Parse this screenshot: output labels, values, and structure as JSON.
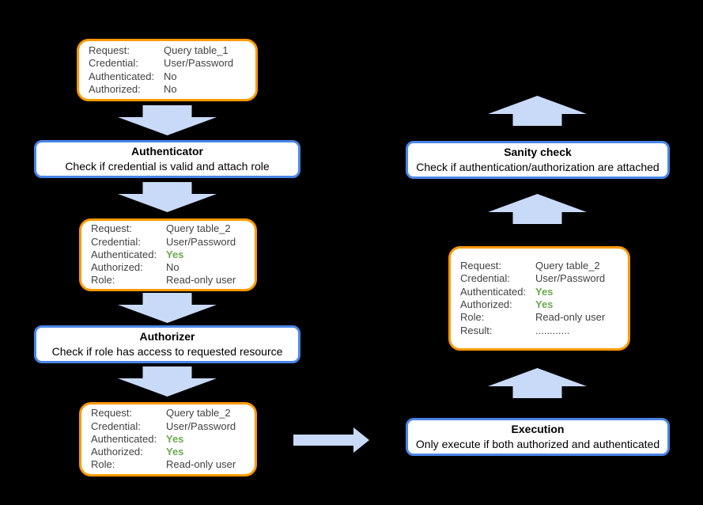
{
  "colors": {
    "background": "#000000",
    "box_fill": "#ffffff",
    "blue_border": "#4a86e8",
    "orange_border": "#ff9900",
    "arrow_fill": "#c9daf8",
    "green_text": "#6aa84f",
    "state_text": "#424242",
    "process_text": "#000000"
  },
  "diagram": {
    "state_boxes": [
      {
        "name": "initial-request",
        "rows": [
          {
            "label": "Request:",
            "value": "Query table_1",
            "green": false
          },
          {
            "label": "Credential:",
            "value": "User/Password",
            "green": false
          },
          {
            "label": "Authenticated:",
            "value": "No",
            "green": false
          },
          {
            "label": "Authorized:",
            "value": "No",
            "green": false
          }
        ]
      },
      {
        "name": "after-authentication",
        "rows": [
          {
            "label": "Request:",
            "value": "Query table_2",
            "green": false
          },
          {
            "label": "Credential:",
            "value": "User/Password",
            "green": false
          },
          {
            "label": "Authenticated:",
            "value": "Yes",
            "green": true
          },
          {
            "label": "Authorized:",
            "value": "No",
            "green": false
          },
          {
            "label": "Role:",
            "value": "Read-only user",
            "green": false
          }
        ]
      },
      {
        "name": "after-authorization",
        "rows": [
          {
            "label": "Request:",
            "value": "Query table_2",
            "green": false
          },
          {
            "label": "Credential:",
            "value": "User/Password",
            "green": false
          },
          {
            "label": "Authenticated:",
            "value": "Yes",
            "green": true
          },
          {
            "label": "Authorized:",
            "value": "Yes",
            "green": true
          },
          {
            "label": "Role:",
            "value": "Read-only user",
            "green": false
          }
        ]
      },
      {
        "name": "after-execution",
        "rows": [
          {
            "label": "Request:",
            "value": "Query table_2",
            "green": false
          },
          {
            "label": "Credential:",
            "value": "User/Password",
            "green": false
          },
          {
            "label": "Authenticated:",
            "value": "Yes",
            "green": true
          },
          {
            "label": "Authorized:",
            "value": "Yes",
            "green": true
          },
          {
            "label": "Role:",
            "value": "Read-only user",
            "green": false
          },
          {
            "label": "Result:",
            "value": "............",
            "green": false
          }
        ]
      }
    ],
    "process_boxes": [
      {
        "name": "authenticator",
        "title": "Authenticator",
        "subtitle": "Check if credential is valid and attach role"
      },
      {
        "name": "authorizer",
        "title": "Authorizer",
        "subtitle": "Check if role has access to requested resource"
      },
      {
        "name": "execution",
        "title": "Execution",
        "subtitle": "Only execute if both authorized and authenticated"
      },
      {
        "name": "sanity-check",
        "title": "Sanity check",
        "subtitle": "Check if authentication/authorization are attached"
      }
    ],
    "arrows": [
      {
        "name": "request-to-authenticator",
        "direction": "down"
      },
      {
        "name": "authenticator-to-state2",
        "direction": "down"
      },
      {
        "name": "state2-to-authorizer",
        "direction": "down"
      },
      {
        "name": "authorizer-to-state3",
        "direction": "down"
      },
      {
        "name": "state3-to-execution",
        "direction": "right"
      },
      {
        "name": "execution-to-state4",
        "direction": "up"
      },
      {
        "name": "state4-to-sanity-check",
        "direction": "up"
      },
      {
        "name": "sanity-check-to-out",
        "direction": "up"
      }
    ]
  }
}
